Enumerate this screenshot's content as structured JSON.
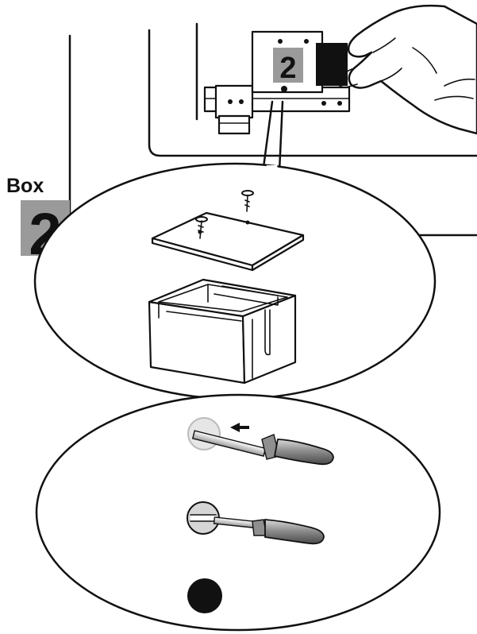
{
  "label": {
    "word": "Box",
    "number": "2"
  },
  "top_box_number": "2",
  "colors": {
    "number_plate": "#9a9a9a",
    "lines": "#111111",
    "background": "#ffffff",
    "screwdriver_handle": "#8a8a8a",
    "hole_fill": "#111111"
  },
  "icons": [
    "hand-icon",
    "screw-icon",
    "screwdriver-icon",
    "arrow-left-icon",
    "hole-icon"
  ]
}
